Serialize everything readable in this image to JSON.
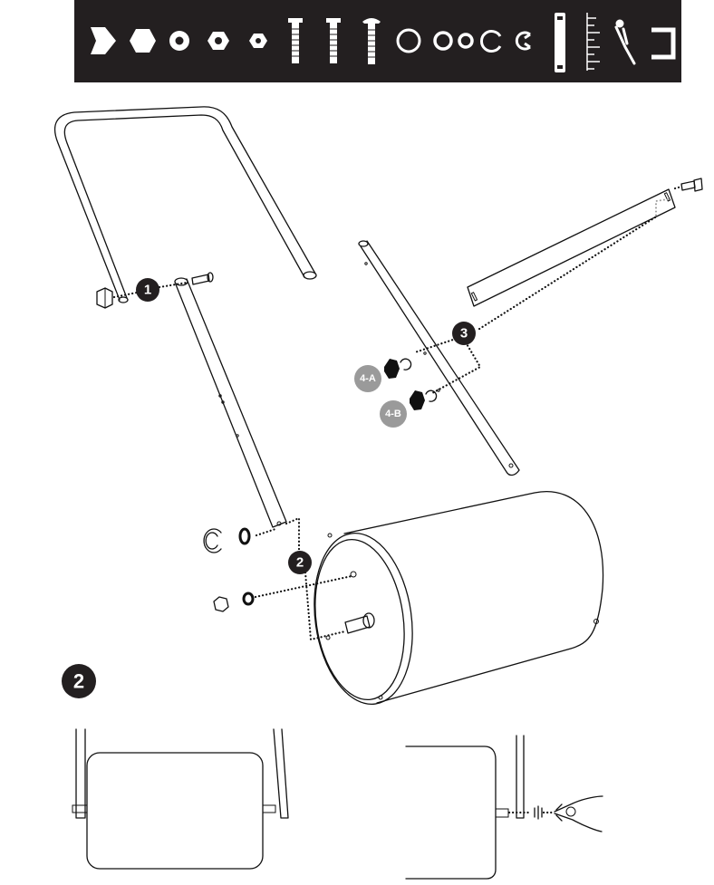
{
  "hardware_strip": {
    "background": "#231f20",
    "icons": [
      "hex-bolt-icon",
      "hex-nut-icon",
      "washer-icon",
      "small-hex-nut-icon",
      "small-washer-icon",
      "bolt-icon",
      "bolt-icon",
      "bolt-icon",
      "washer-icon",
      "washer-icon",
      "washer-icon",
      "snap-ring-icon",
      "c-clip-icon",
      "spacer-bar-icon",
      "ruler-icon",
      "pliers-icon",
      "u-bracket-icon"
    ]
  },
  "steps": {
    "step1": "1",
    "step2": "2",
    "step3": "3",
    "step4a": "4-A",
    "step4b": "4-B",
    "detail": "2"
  },
  "colors": {
    "step_badge": "#231f20",
    "sub_badge": "#9a9a9a",
    "line": "#111111"
  }
}
